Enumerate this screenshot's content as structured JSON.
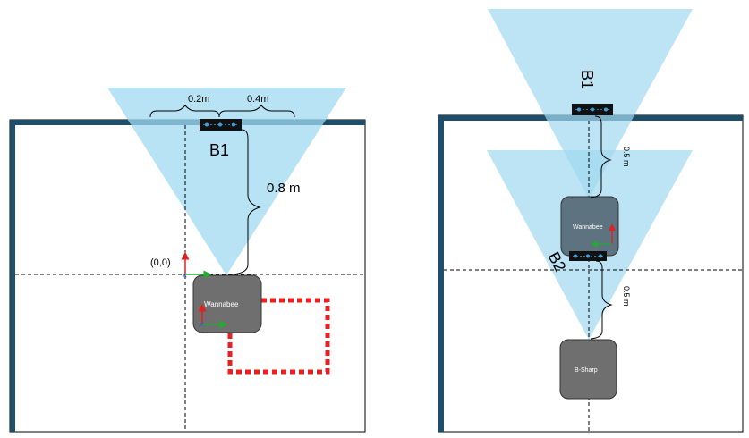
{
  "left_diagram": {
    "beacon_label": "B1",
    "beacon_offset_labels": [
      "0.2m",
      "0.4m"
    ],
    "distance_label": "0.8 m",
    "origin_label": "(0,0)",
    "robot_label": "Wannabee"
  },
  "right_diagram": {
    "beacon1_label": "B1",
    "beacon2_label": "B2",
    "distance1_label": "0.5 m",
    "distance2_label": "0.5 m",
    "robot_label": "Wannabee",
    "robot2_label": "B-Sharp"
  },
  "colors": {
    "wall": "#1f4e6b",
    "cone": "#9fd9f0",
    "robot": "#6f6f6f",
    "path": "#e82020",
    "beacon": "#111111",
    "beacon_accent": "#3aa0e0",
    "axis_x": "#22aa33",
    "axis_y": "#dd2222",
    "axis_z": "#2266cc"
  }
}
